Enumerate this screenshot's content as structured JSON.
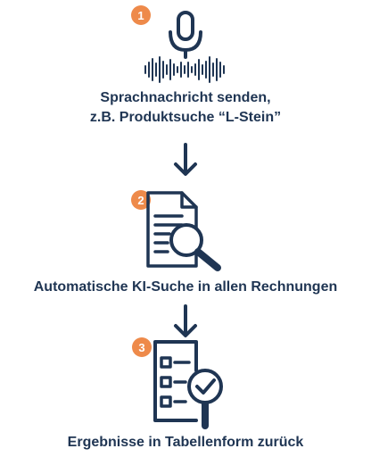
{
  "steps": [
    {
      "number": "1",
      "caption_line1": "Sprachnachricht senden,",
      "caption_line2": "z.B. Produktsuche “L-Stein”"
    },
    {
      "number": "2",
      "caption": "Automatische KI-Suche in allen Rechnungen"
    },
    {
      "number": "3",
      "caption": "Ergebnisse in Tabellenform zurück"
    }
  ],
  "colors": {
    "ink": "#1f3553",
    "badge": "#ee8a4a",
    "background": "#ffffff"
  },
  "icons": [
    "microphone-soundwave-icon",
    "arrow-down-icon",
    "document-search-icon",
    "checklist-check-icon"
  ]
}
